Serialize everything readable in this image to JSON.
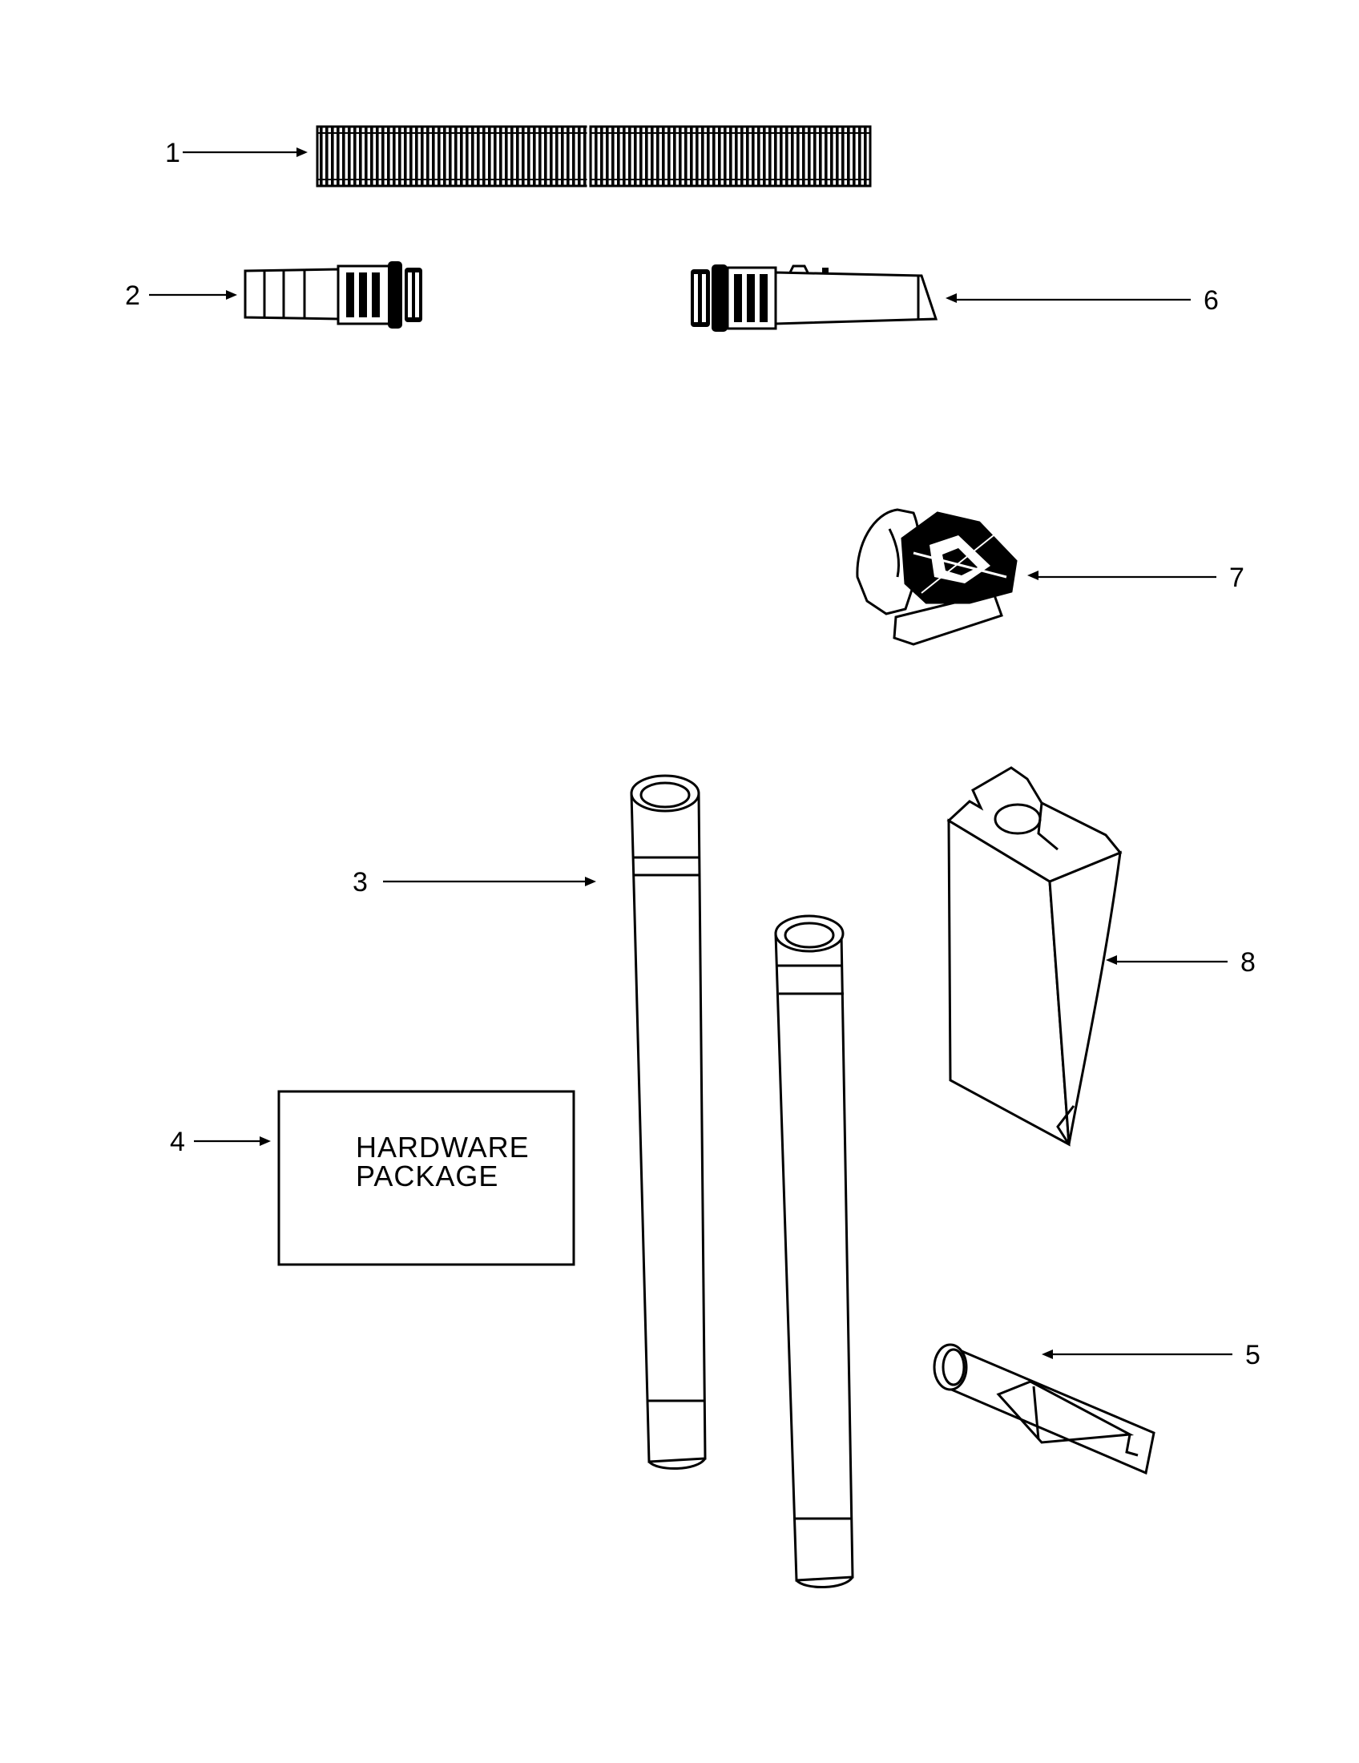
{
  "parts": {
    "p1": {
      "callout": "1",
      "icon": "corrugated-hose"
    },
    "p2": {
      "callout": "2",
      "icon": "hose-connector"
    },
    "p3": {
      "callout": "3",
      "icon": "extension-wand"
    },
    "p4": {
      "callout": "4",
      "icon": "hardware-package",
      "label_line1": "HARDWARE",
      "label_line2": "PACKAGE"
    },
    "p5": {
      "callout": "5",
      "icon": "crevice-tool"
    },
    "p6": {
      "callout": "6",
      "icon": "hose-nozzle-adapter"
    },
    "p7": {
      "callout": "7",
      "icon": "dusting-brush"
    },
    "p8": {
      "callout": "8",
      "icon": "filter-bag"
    }
  },
  "colors": {
    "ink": "#000000",
    "paper": "#ffffff"
  }
}
